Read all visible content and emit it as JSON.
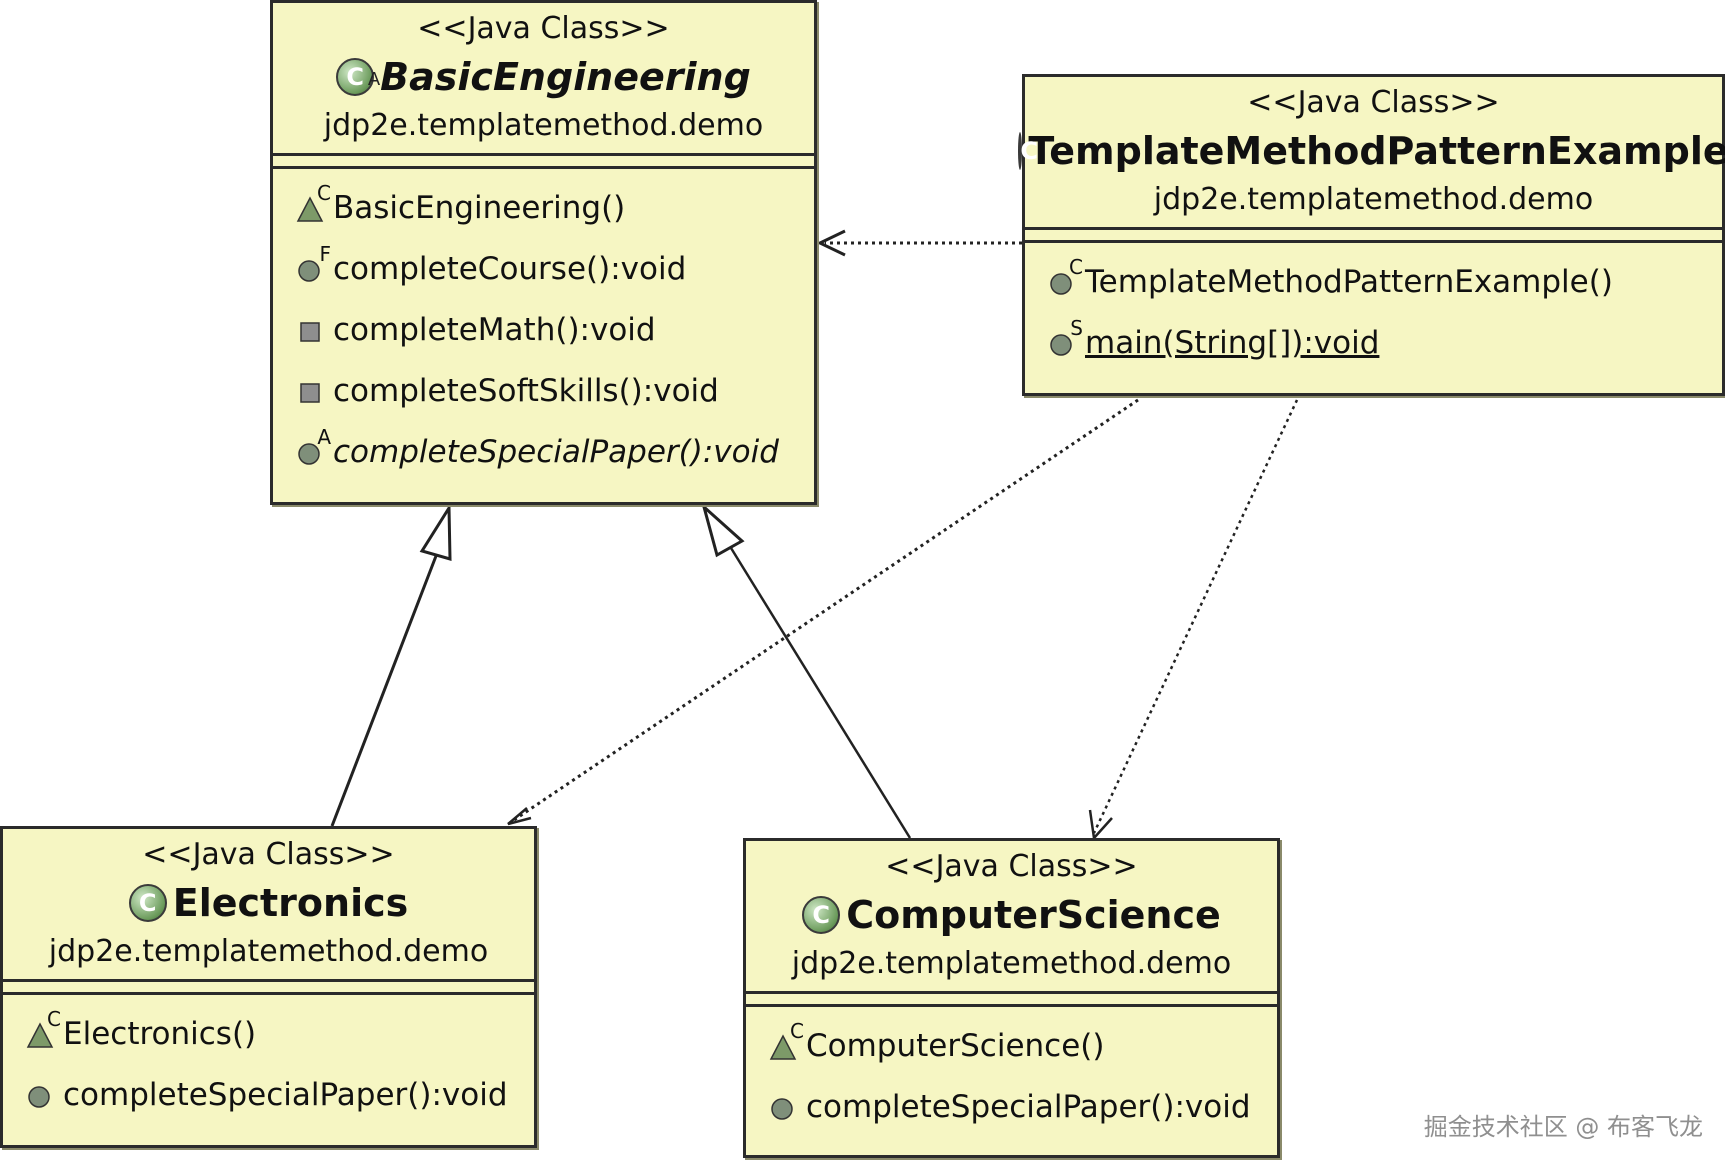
{
  "colors": {
    "class_fill": "#f6f6c3",
    "border": "#2b2b2b",
    "icon_green": "#6a9a5a"
  },
  "classes": {
    "basic": {
      "stereotype": "<<Java Class>>",
      "name": "BasicEngineering",
      "package": "jdp2e.templatemethod.demo",
      "abstract": true,
      "operations": [
        {
          "label": "BasicEngineering()",
          "icon": "protected-constructor-icon",
          "modifier": "C"
        },
        {
          "label": "completeCourse():void",
          "icon": "public-final-method-icon",
          "modifier": "F"
        },
        {
          "label": "completeMath():void",
          "icon": "private-method-icon",
          "modifier": ""
        },
        {
          "label": "completeSoftSkills():void",
          "icon": "private-method-icon",
          "modifier": ""
        },
        {
          "label": "completeSpecialPaper():void",
          "icon": "public-abstract-method-icon",
          "modifier": "A"
        }
      ]
    },
    "example": {
      "stereotype": "<<Java Class>>",
      "name": "TemplateMethodPatternExample",
      "package": "jdp2e.templatemethod.demo",
      "operations": [
        {
          "label": "TemplateMethodPatternExample()",
          "icon": "public-constructor-icon",
          "modifier": "C"
        },
        {
          "label": "main(String[]):void",
          "icon": "public-static-method-icon",
          "modifier": "S"
        }
      ]
    },
    "electronics": {
      "stereotype": "<<Java Class>>",
      "name": "Electronics",
      "package": "jdp2e.templatemethod.demo",
      "operations": [
        {
          "label": "Electronics()",
          "icon": "protected-constructor-icon",
          "modifier": "C"
        },
        {
          "label": "completeSpecialPaper():void",
          "icon": "public-method-icon",
          "modifier": ""
        }
      ]
    },
    "cs": {
      "stereotype": "<<Java Class>>",
      "name": "ComputerScience",
      "package": "jdp2e.templatemethod.demo",
      "operations": [
        {
          "label": "ComputerScience()",
          "icon": "protected-constructor-icon",
          "modifier": "C"
        },
        {
          "label": "completeSpecialPaper():void",
          "icon": "public-method-icon",
          "modifier": ""
        }
      ]
    }
  },
  "watermark": "掘金技术社区 @ 布客飞龙"
}
